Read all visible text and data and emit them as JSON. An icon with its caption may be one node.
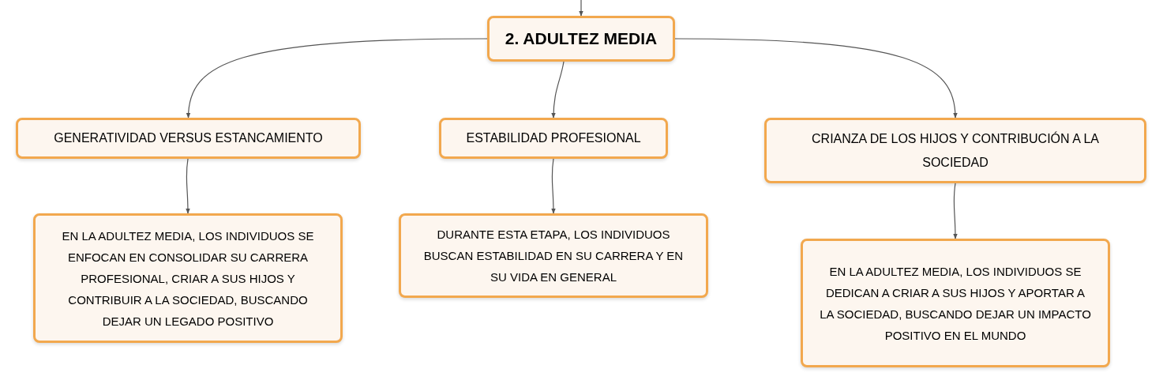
{
  "diagram": {
    "nodes": [
      {
        "text": [
          "2. ADULTEZ MEDIA"
        ]
      },
      {
        "text": [
          "GENERATIVIDAD VERSUS ESTANCAMIENTO"
        ]
      },
      {
        "text": [
          "ESTABILIDAD PROFESIONAL"
        ]
      },
      {
        "text": [
          "CRIANZA DE LOS HIJOS Y CONTRIBUCIÓN A LA SOCIEDAD"
        ]
      },
      {
        "text": [
          "EN LA ADULTEZ MEDIA, LOS INDIVIDUOS SE ENFOCAN EN CONSOLIDAR SU CARRERA PROFESIONAL, CRIAR A SUS HIJOS Y CONTRIBUIR A LA SOCIEDAD, BUSCANDO DEJAR UN LEGADO POSITIVO"
        ]
      },
      {
        "text": [
          "DURANTE ESTA ETAPA, LOS INDIVIDUOS BUSCAN ESTABILIDAD EN SU CARRERA Y EN SU VIDA EN GENERAL"
        ]
      },
      {
        "text": [
          "EN LA ADULTEZ MEDIA, LOS INDIVIDUOS SE DEDICAN A CRIAR A SUS HIJOS Y APORTAR A LA SOCIEDAD, BUSCANDO DEJAR UN IMPACTO POSITIVO EN EL MUNDO"
        ]
      }
    ],
    "edges": [
      {
        "from": null,
        "to": 0,
        "arrow": "to"
      },
      {
        "from": 0,
        "to": 1,
        "arrow": "to"
      },
      {
        "from": 0,
        "to": 2,
        "arrow": "to"
      },
      {
        "from": 0,
        "to": 3,
        "arrow": "to"
      },
      {
        "from": 1,
        "to": 4,
        "arrow": "to"
      },
      {
        "from": 2,
        "to": 5,
        "arrow": "to"
      },
      {
        "from": 3,
        "to": 6,
        "arrow": "to"
      }
    ]
  }
}
